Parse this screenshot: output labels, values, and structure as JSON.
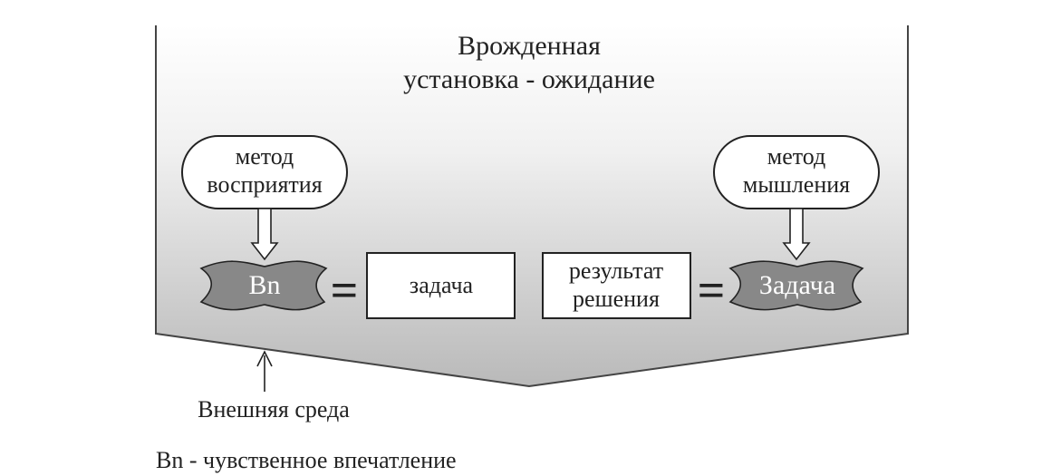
{
  "title": {
    "line1": "Врожденная",
    "line2": "установка - ожидание"
  },
  "perception_method": {
    "line1": "метод",
    "line2": "восприятия"
  },
  "thinking_method": {
    "line1": "метод",
    "line2": "мышления"
  },
  "impression_label": "Bn",
  "equals_sign": "=",
  "task_box": "задача",
  "result_box": {
    "line1": "результат",
    "line2": "решения"
  },
  "task_cloud": "Задача",
  "environment_label": "Внешняя среда",
  "legend": "Bn - чувственное впечатление"
}
